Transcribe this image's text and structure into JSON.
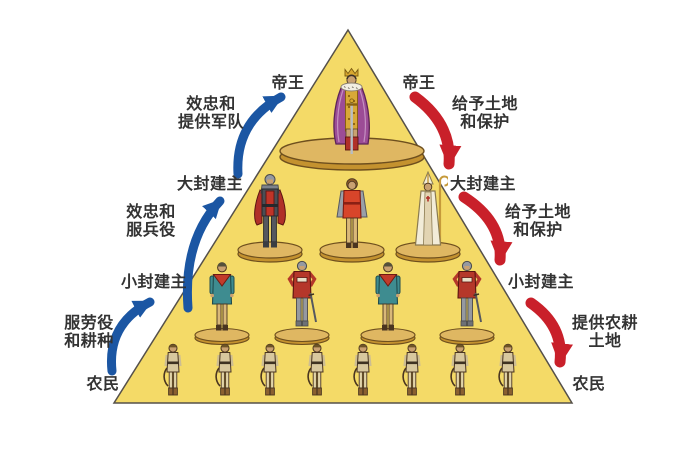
{
  "labels": {
    "left": {
      "rank1": "帝王",
      "duty1": "效忠和\n提供军队",
      "rank2": "大封建主",
      "duty2": "效忠和\n服兵役",
      "rank3": "小封建主",
      "duty3": "服劳役\n和耕种",
      "rank4": "农民"
    },
    "right": {
      "rank1": "帝王",
      "grant1": "给予土地\n和保护",
      "rank2": "大封建主",
      "grant2": "给予土地\n和保护",
      "rank3": "小封建主",
      "grant3": "提供农耕\n土地",
      "rank4": "农民"
    }
  },
  "pyramid": {
    "tiers": [
      {
        "rank": "帝王",
        "figures": [
          "emperor"
        ],
        "count": 1
      },
      {
        "rank": "大封建主",
        "figures": [
          "knight",
          "noble",
          "bishop"
        ],
        "count": 3
      },
      {
        "rank": "小封建主",
        "figures": [
          "retainer",
          "knight",
          "retainer",
          "knight"
        ],
        "count": 4
      },
      {
        "rank": "农民",
        "figures": [
          "peasant"
        ],
        "count": 8
      }
    ],
    "upward_relations": [
      "效忠和提供军队",
      "效忠和服兵役",
      "服劳役和耕种"
    ],
    "downward_relations": [
      "给予土地和保护",
      "给予土地和保护",
      "提供农耕土地"
    ]
  },
  "colors": {
    "background": "#ffffff",
    "pyramid_fill": "#f4da67",
    "platform_fill": "#dfb762",
    "arrow_up": "#1b56a3",
    "arrow_down": "#c9202a",
    "text": "#333333"
  }
}
